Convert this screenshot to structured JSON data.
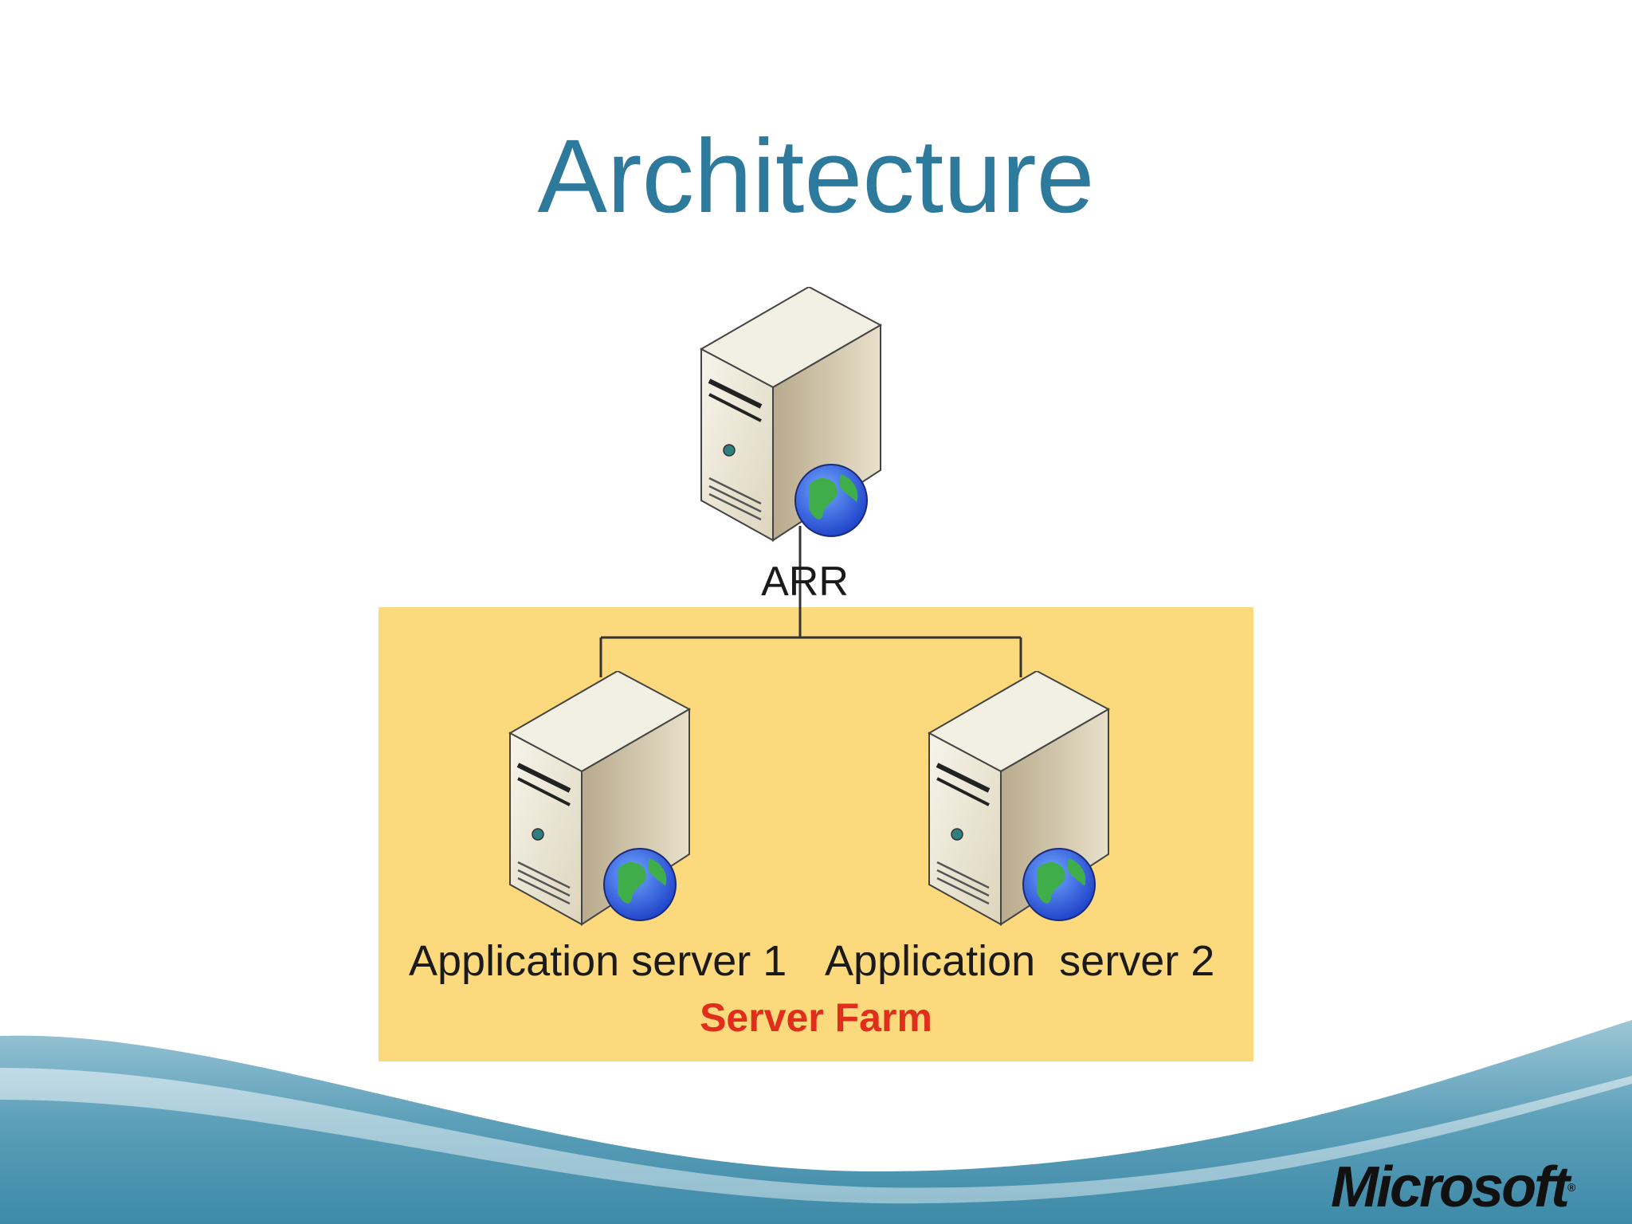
{
  "slide": {
    "title": "Architecture"
  },
  "diagram": {
    "gateway_label": "ARR",
    "server1_label": "Application server 1",
    "server2_label": "Application  server 2",
    "farm_label": "Server Farm",
    "farm_color": "#fcd97c",
    "farm_label_color": "#e12d1b"
  },
  "footer": {
    "logo_text": "Microsoft",
    "logo_mark": "®"
  },
  "colors": {
    "title": "#2e7a9c",
    "wave": "#4f97b3"
  }
}
